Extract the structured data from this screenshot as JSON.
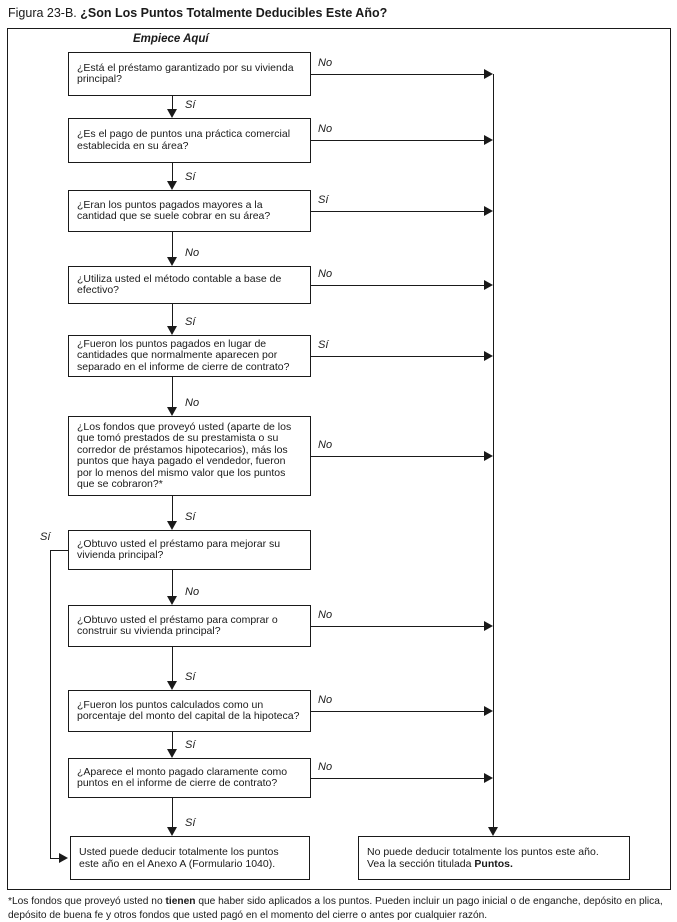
{
  "figure": {
    "label": "Figura 23-B.",
    "title": "¿Son Los Puntos Totalmente Deducibles Este Año?",
    "start_label": "Empiece Aquí"
  },
  "colors": {
    "line": "#1a1a1a",
    "background": "#ffffff",
    "text": "#1a1a1a"
  },
  "nodes": [
    {
      "text": "¿Está el préstamo garantizado por su vivienda principal?",
      "right_label": "No",
      "down_label": "Sí"
    },
    {
      "text": "¿Es el pago de puntos una práctica comercial establecida en su área?",
      "right_label": "No",
      "down_label": "Sí"
    },
    {
      "text": "¿Eran los puntos pagados mayores a la cantidad que se suele cobrar en su área?",
      "right_label": "Sí",
      "down_label": "No"
    },
    {
      "text": "¿Utiliza usted el método contable a base de efectivo?",
      "right_label": "No",
      "down_label": "Sí"
    },
    {
      "text": "¿Fueron los puntos pagados en lugar de cantidades que normalmente aparecen por separado en el informe de cierre de contrato?",
      "right_label": "Sí",
      "down_label": "No"
    },
    {
      "text": "¿Los fondos que proveyó usted (aparte de los que tomó prestados de su prestamista o su corredor de préstamos hipotecarios), más los puntos que haya pagado el vendedor, fueron por lo menos del mismo valor que los puntos que se cobraron?*",
      "right_label": "No",
      "down_label": "Sí"
    },
    {
      "text": "¿Obtuvo usted el préstamo para mejorar su vivienda principal?",
      "left_label": "Sí",
      "down_label": "No"
    },
    {
      "text": "¿Obtuvo usted el préstamo para comprar o construir su vivienda principal?",
      "right_label": "No",
      "down_label": "Sí"
    },
    {
      "text": "¿Fueron los puntos calculados como un porcentaje del monto del capital de la hipoteca?",
      "right_label": "No",
      "down_label": "Sí"
    },
    {
      "text": "¿Aparece el monto pagado claramente como puntos en el informe de cierre de contrato?",
      "right_label": "No",
      "down_label": "Sí"
    }
  ],
  "outcomes": {
    "deductible": "Usted puede deducir totalmente los puntos este año en el Anexo A (Formulario 1040).",
    "not_deductible_line1": "No puede deducir totalmente los puntos este año.",
    "not_deductible_line2_prefix": "Vea la sección titulada ",
    "not_deductible_line2_bold": "Puntos."
  },
  "footnote": {
    "prefix": "*Los fondos que proveyó usted no ",
    "emphasis": "tienen",
    "rest": " que haber sido aplicados a los puntos. Pueden incluir un pago inicial o de enganche, depósito en plica, depósito de buena fe y otros fondos que usted pagó en el momento del cierre o antes por cualquier razón."
  }
}
